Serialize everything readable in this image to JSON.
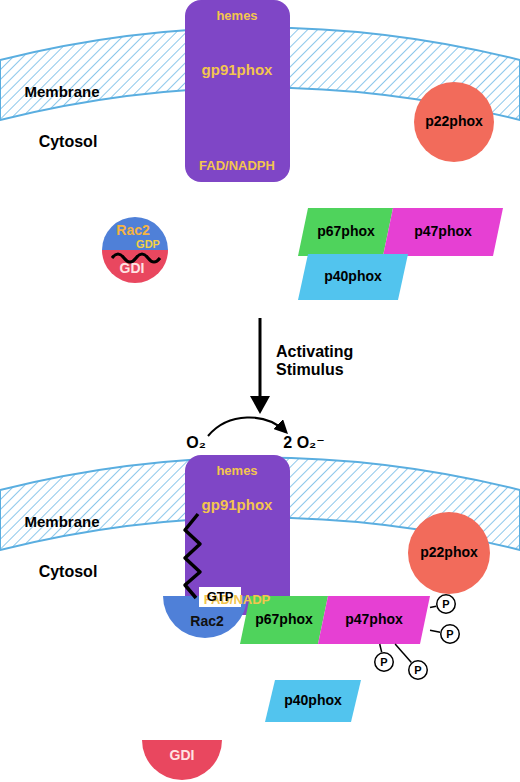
{
  "diagram": {
    "nodes": [
      {
        "text": [
          "Membrane"
        ]
      },
      {
        "text": [
          "hemes",
          "gp91phox",
          "FAD/NADPH"
        ]
      },
      {
        "text": [
          "p22phox"
        ]
      },
      {
        "text": [
          "Rac2",
          "GDP"
        ]
      },
      {
        "text": [
          "GDI"
        ]
      },
      {
        "text": [
          "p67phox"
        ]
      },
      {
        "text": [
          "p47phox"
        ]
      },
      {
        "text": [
          "p40phox"
        ]
      },
      {
        "text": [
          "Membrane"
        ]
      },
      {
        "text": [
          "hemes",
          "gp91phox",
          "FAD/NADP"
        ]
      },
      {
        "text": [
          "p22phox"
        ]
      },
      {
        "text": [
          "Rac2"
        ]
      },
      {
        "text": [
          "GTP"
        ],
        "in": 11
      },
      {
        "text": [
          "p67phox"
        ]
      },
      {
        "text": [
          "p47phox"
        ]
      },
      {
        "text": [
          "P"
        ]
      },
      {
        "text": [
          "P"
        ]
      },
      {
        "text": [
          "P"
        ]
      },
      {
        "text": [
          "P"
        ]
      },
      {
        "text": [
          "p40phox"
        ]
      },
      {
        "text": [
          "GDI"
        ]
      }
    ],
    "edges": [
      {
        "from": 14,
        "to": 15,
        "arrow": "none"
      },
      {
        "from": 14,
        "to": 16,
        "arrow": "none"
      },
      {
        "from": 14,
        "to": 17,
        "arrow": "none"
      },
      {
        "from": 14,
        "to": 18,
        "arrow": "none"
      }
    ],
    "labels": [
      "Cytosol",
      "Activating Stimulus",
      "O₂",
      "2 O₂⁻",
      "Cytosol"
    ]
  }
}
